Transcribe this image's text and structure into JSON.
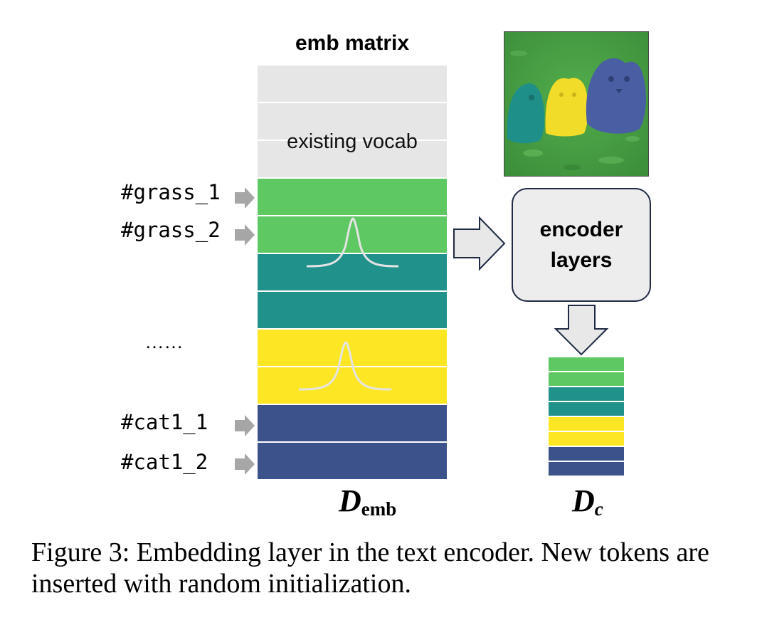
{
  "matrix": {
    "title": "emb matrix",
    "vocab_label": "existing vocab",
    "rows": [
      {
        "group": "vocab",
        "color": "#e6e6e6"
      },
      {
        "group": "vocab",
        "color": "#e6e6e6"
      },
      {
        "group": "vocab",
        "color": "#e6e6e6"
      },
      {
        "group": "grass",
        "color": "#5ec962"
      },
      {
        "group": "grass",
        "color": "#5ec962"
      },
      {
        "group": "teal",
        "color": "#21918c"
      },
      {
        "group": "teal",
        "color": "#21918c"
      },
      {
        "group": "yellow",
        "color": "#fde725"
      },
      {
        "group": "yellow",
        "color": "#fde725"
      },
      {
        "group": "cat",
        "color": "#3b528b"
      },
      {
        "group": "cat",
        "color": "#3b528b"
      }
    ]
  },
  "tokens": {
    "grass_1": "#grass_1",
    "grass_2": "#grass_2",
    "ellipsis": "……",
    "cat1_1": "#cat1_1",
    "cat1_2": "#cat1_2"
  },
  "encoder": {
    "label": "encoder\nlayers"
  },
  "dc_rows": [
    {
      "color": "#5ec962"
    },
    {
      "color": "#5ec962"
    },
    {
      "color": "#21918c"
    },
    {
      "color": "#21918c"
    },
    {
      "color": "#fde725"
    },
    {
      "color": "#fde725"
    },
    {
      "color": "#3b528b"
    },
    {
      "color": "#3b528b"
    }
  ],
  "labels": {
    "d_emb_main": "D",
    "d_emb_sub": "emb",
    "d_c_main": "D",
    "d_c_sub": "c"
  },
  "caption": "Figure 3: Embedding layer in the text encoder. New tokens are inserted with random initialization.",
  "colors": {
    "arrow_fill": "#e8e8e8",
    "arrow_stroke": "#1f2a44",
    "token_arrow": "#a6a6a6",
    "curve": "#e4e4e4"
  }
}
